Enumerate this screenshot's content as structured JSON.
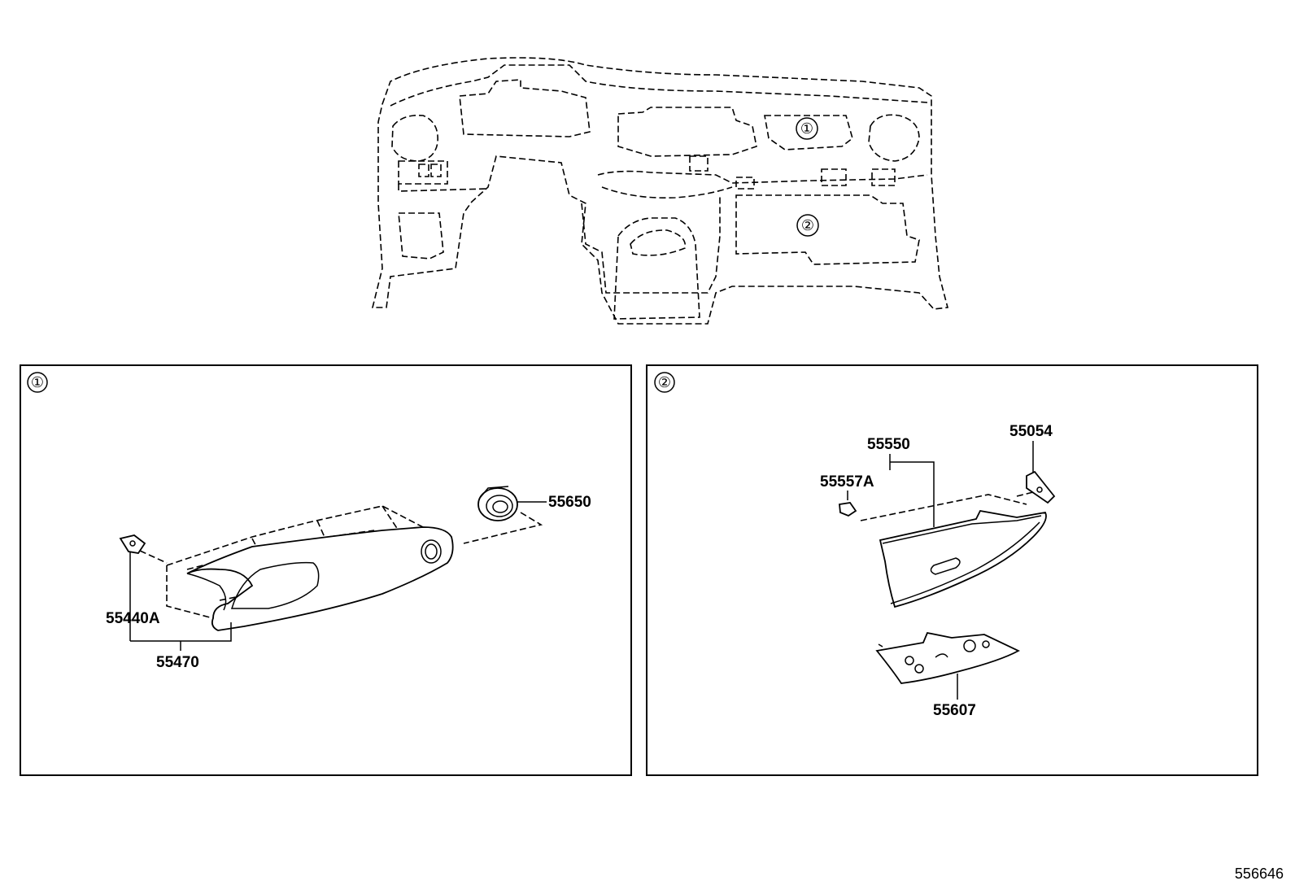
{
  "overview": {
    "callout_1": "①",
    "callout_2": "②"
  },
  "panel_1": {
    "marker": "①",
    "labels": {
      "p55650": "55650",
      "p55440A": "55440A",
      "p55470": "55470"
    }
  },
  "panel_2": {
    "marker": "②",
    "labels": {
      "p55550": "55550",
      "p55054": "55054",
      "p55557A": "55557A",
      "p55607": "55607"
    }
  },
  "diagram_id": "556646"
}
